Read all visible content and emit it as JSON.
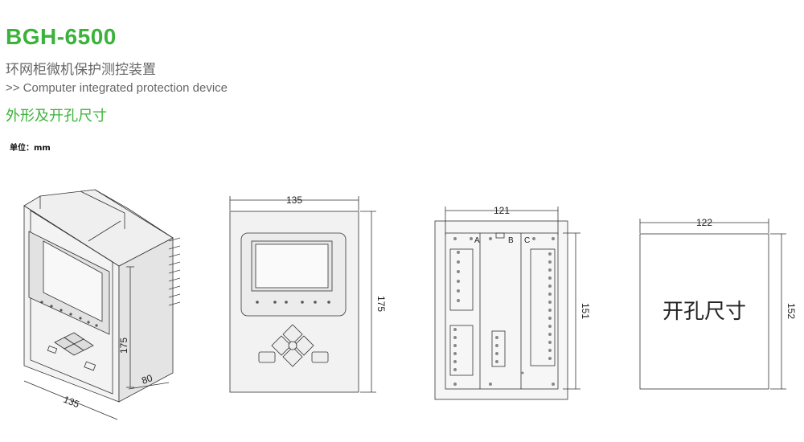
{
  "header": {
    "model": "BGH-6500",
    "cn_title": "环网柜微机保护测控装置",
    "en_title": ">> Computer integrated protection device",
    "section_title": "外形及开孔尺寸",
    "unit_label": "单位：mm"
  },
  "views": {
    "iso": {
      "height": "175",
      "depth": "80",
      "width": "135"
    },
    "front": {
      "width": "135",
      "height": "175"
    },
    "rear": {
      "width": "121",
      "height": "151",
      "section_a": "A",
      "section_b": "B",
      "section_c": "C"
    },
    "cutout": {
      "width": "122",
      "height": "152",
      "label": "开孔尺寸"
    }
  },
  "colors": {
    "brand_green": "#3bb33b",
    "line": "#333333",
    "panel_bg": "#f2f2f2",
    "screen": "#e8e8e8"
  }
}
